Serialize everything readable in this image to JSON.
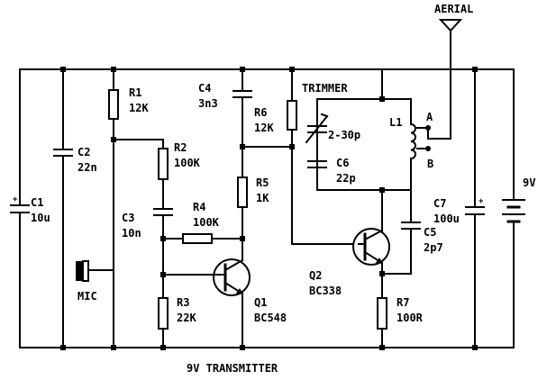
{
  "title": "9V TRANSMITTER",
  "aerial": "AERIAL",
  "trimmer": "TRIMMER",
  "battery": "9V",
  "mic": "MIC",
  "tap_a": "A",
  "tap_b": "B",
  "components": {
    "c1": {
      "ref": "C1",
      "value": "10u"
    },
    "c2": {
      "ref": "C2",
      "value": "22n"
    },
    "c3": {
      "ref": "C3",
      "value": "10n"
    },
    "c4": {
      "ref": "C4",
      "value": "3n3"
    },
    "c5": {
      "ref": "C5",
      "value": "2p7"
    },
    "c6": {
      "ref": "C6",
      "value": "22p"
    },
    "c7": {
      "ref": "C7",
      "value": "100u"
    },
    "r1": {
      "ref": "R1",
      "value": "12K"
    },
    "r2": {
      "ref": "R2",
      "value": "100K"
    },
    "r3": {
      "ref": "R3",
      "value": "22K"
    },
    "r4": {
      "ref": "R4",
      "value": "100K"
    },
    "r5": {
      "ref": "R5",
      "value": "1K"
    },
    "r6": {
      "ref": "R6",
      "value": "12K"
    },
    "r7": {
      "ref": "R7",
      "value": "100R"
    },
    "l1": {
      "ref": "L1"
    },
    "vc": {
      "value": "2-30p"
    },
    "q1": {
      "ref": "Q1",
      "value": "BC548"
    },
    "q2": {
      "ref": "Q2",
      "value": "BC338"
    }
  }
}
